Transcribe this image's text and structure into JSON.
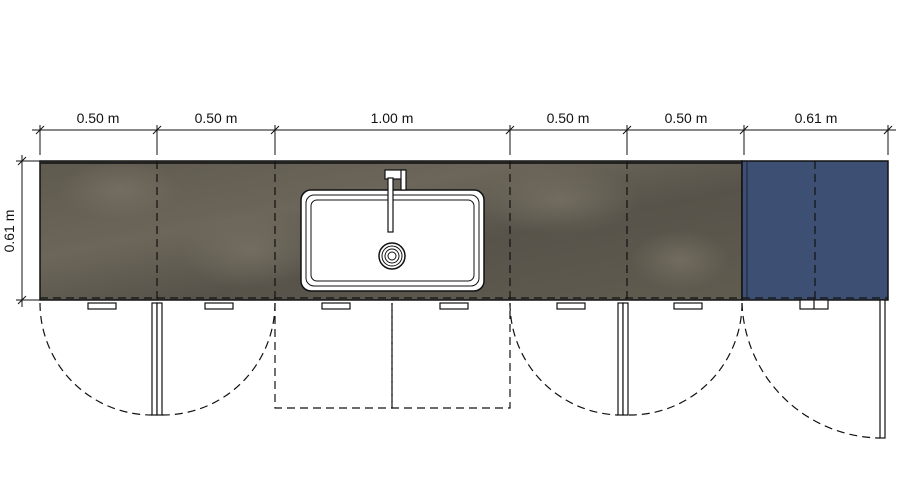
{
  "dimensions": {
    "top": [
      "0.50 m",
      "0.50 m",
      "1.00 m",
      "0.50 m",
      "0.50 m",
      "0.61 m"
    ],
    "depth": "0.61 m"
  },
  "colors": {
    "countertop": "#5e5a4f",
    "countertop_dark": "#4a463d",
    "cabinet_blue": "#3d4f73",
    "line": "#111111",
    "sink_fill": "#ffffff"
  },
  "icons": {
    "sink": "sink-icon",
    "faucet": "faucet-icon",
    "drain": "drain-icon"
  }
}
